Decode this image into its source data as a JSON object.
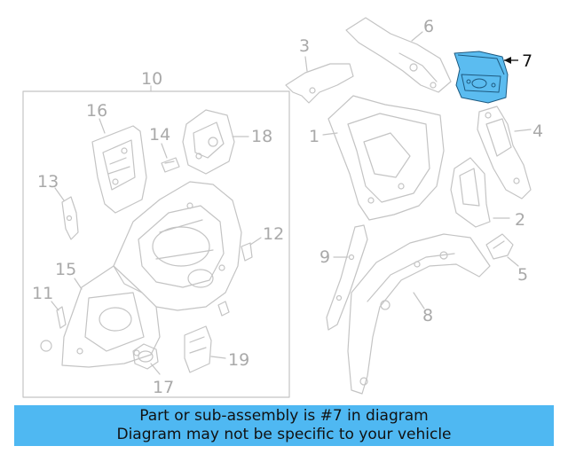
{
  "callouts": {
    "c1": "1",
    "c2": "2",
    "c3": "3",
    "c4": "4",
    "c5": "5",
    "c6": "6",
    "c7": "7",
    "c8": "8",
    "c9": "9",
    "c10": "10",
    "c11": "11",
    "c12": "12",
    "c13": "13",
    "c14": "14",
    "c15": "15",
    "c16": "16",
    "c17": "17",
    "c18": "18",
    "c19": "19"
  },
  "highlight_color": "#5bbcf0",
  "banner": {
    "line1": "Part or sub-assembly is #7 in diagram",
    "line2": "Diagram may not be specific to your vehicle",
    "color": "#4fb8f2"
  }
}
